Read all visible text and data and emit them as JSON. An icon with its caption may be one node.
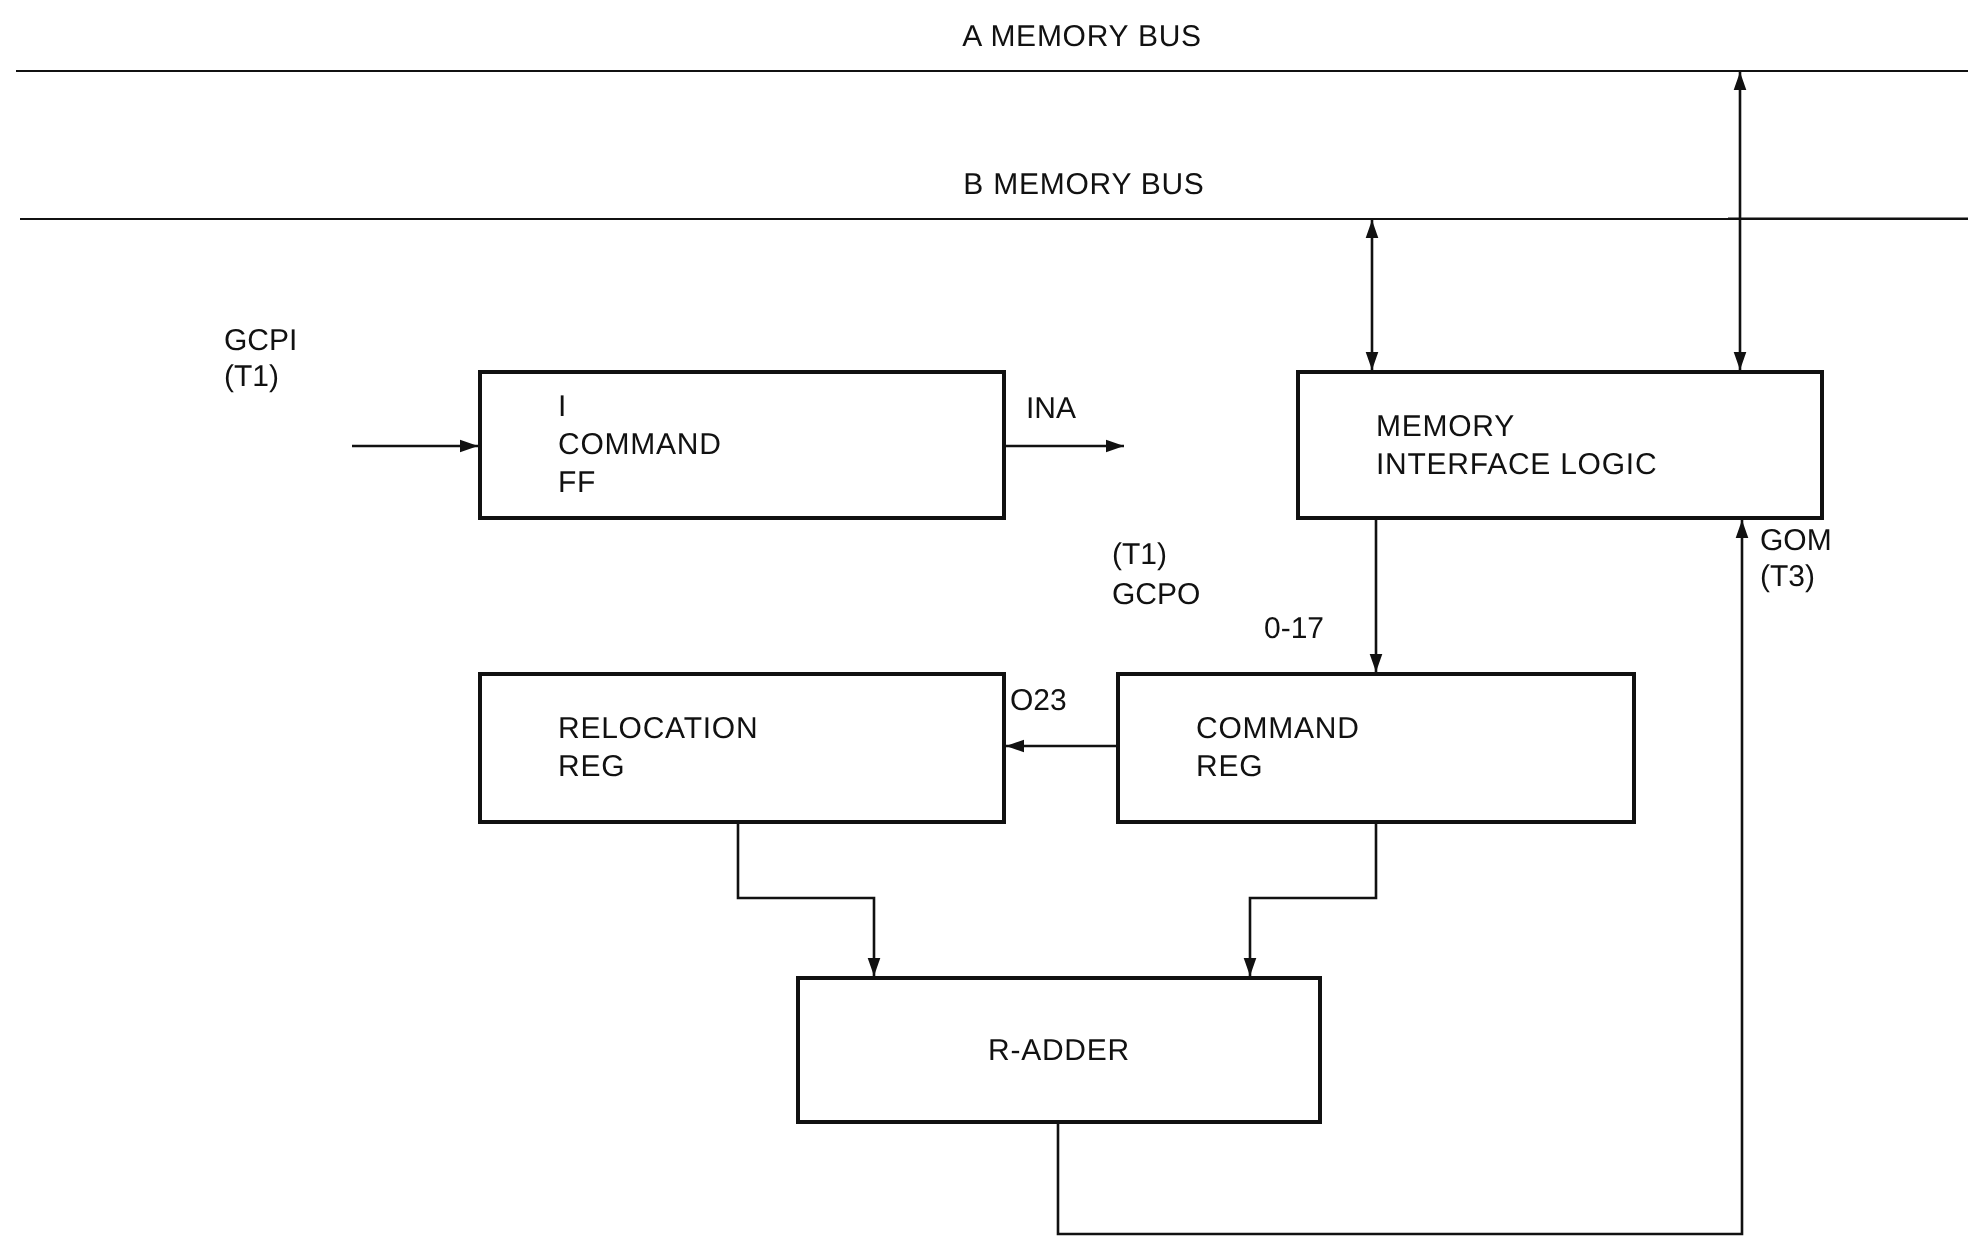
{
  "diagram": {
    "nodes": [
      {
        "text": [
          "A MEMORY BUS"
        ]
      },
      {
        "text": [
          "B MEMORY BUS"
        ]
      },
      {
        "text": [
          "I COMMAND FF"
        ]
      },
      {
        "text": [
          "MEMORY INTERFACE LOGIC"
        ]
      },
      {
        "text": [
          "RELOCATION REG"
        ]
      },
      {
        "text": [
          "COMMAND REG"
        ]
      },
      {
        "text": [
          "R-ADDER"
        ]
      }
    ],
    "edges": [
      {
        "from": null,
        "to": 2,
        "arrow": "to",
        "label": "GCPI (T1)"
      },
      {
        "from": 2,
        "to": null,
        "arrow": "to",
        "label": "INA"
      },
      {
        "from": 1,
        "to": 3,
        "arrow": "both"
      },
      {
        "from": 0,
        "to": 3,
        "arrow": "both"
      },
      {
        "from": 3,
        "to": 5,
        "arrow": "to",
        "label": "0-17"
      },
      {
        "from": 5,
        "to": 4,
        "arrow": "to",
        "label": "O23"
      },
      {
        "from": 4,
        "to": 6,
        "arrow": "to"
      },
      {
        "from": 5,
        "to": 6,
        "arrow": "to"
      },
      {
        "from": 6,
        "to": 3,
        "arrow": "to",
        "label": "GOM (T3)"
      }
    ],
    "labels": [
      "(T1) GCPO"
    ]
  }
}
